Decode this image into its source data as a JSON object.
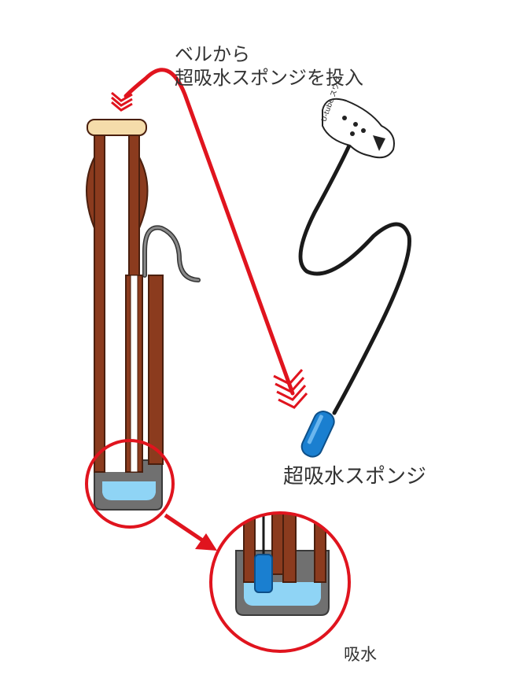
{
  "annotations": {
    "insert_line1": "ベルから",
    "insert_line2": "超吸水スポンジを投入",
    "sponge_label": "超吸水スポンジ",
    "absorb_label": "吸水"
  },
  "tool_tag": {
    "brand_text": "U-tube スワブ"
  },
  "colors": {
    "arrow_red": "#e0141e",
    "wood_brown": "#8b3b1e",
    "wood_outline": "#4a1f0e",
    "bell_cap": "#f5dcaa",
    "sponge_blue": "#1a7fd0",
    "water_blue": "#8fd4f5",
    "u_bend_gray": "#707070",
    "cord_black": "#1a1a1a",
    "crook_gray": "#666666"
  }
}
